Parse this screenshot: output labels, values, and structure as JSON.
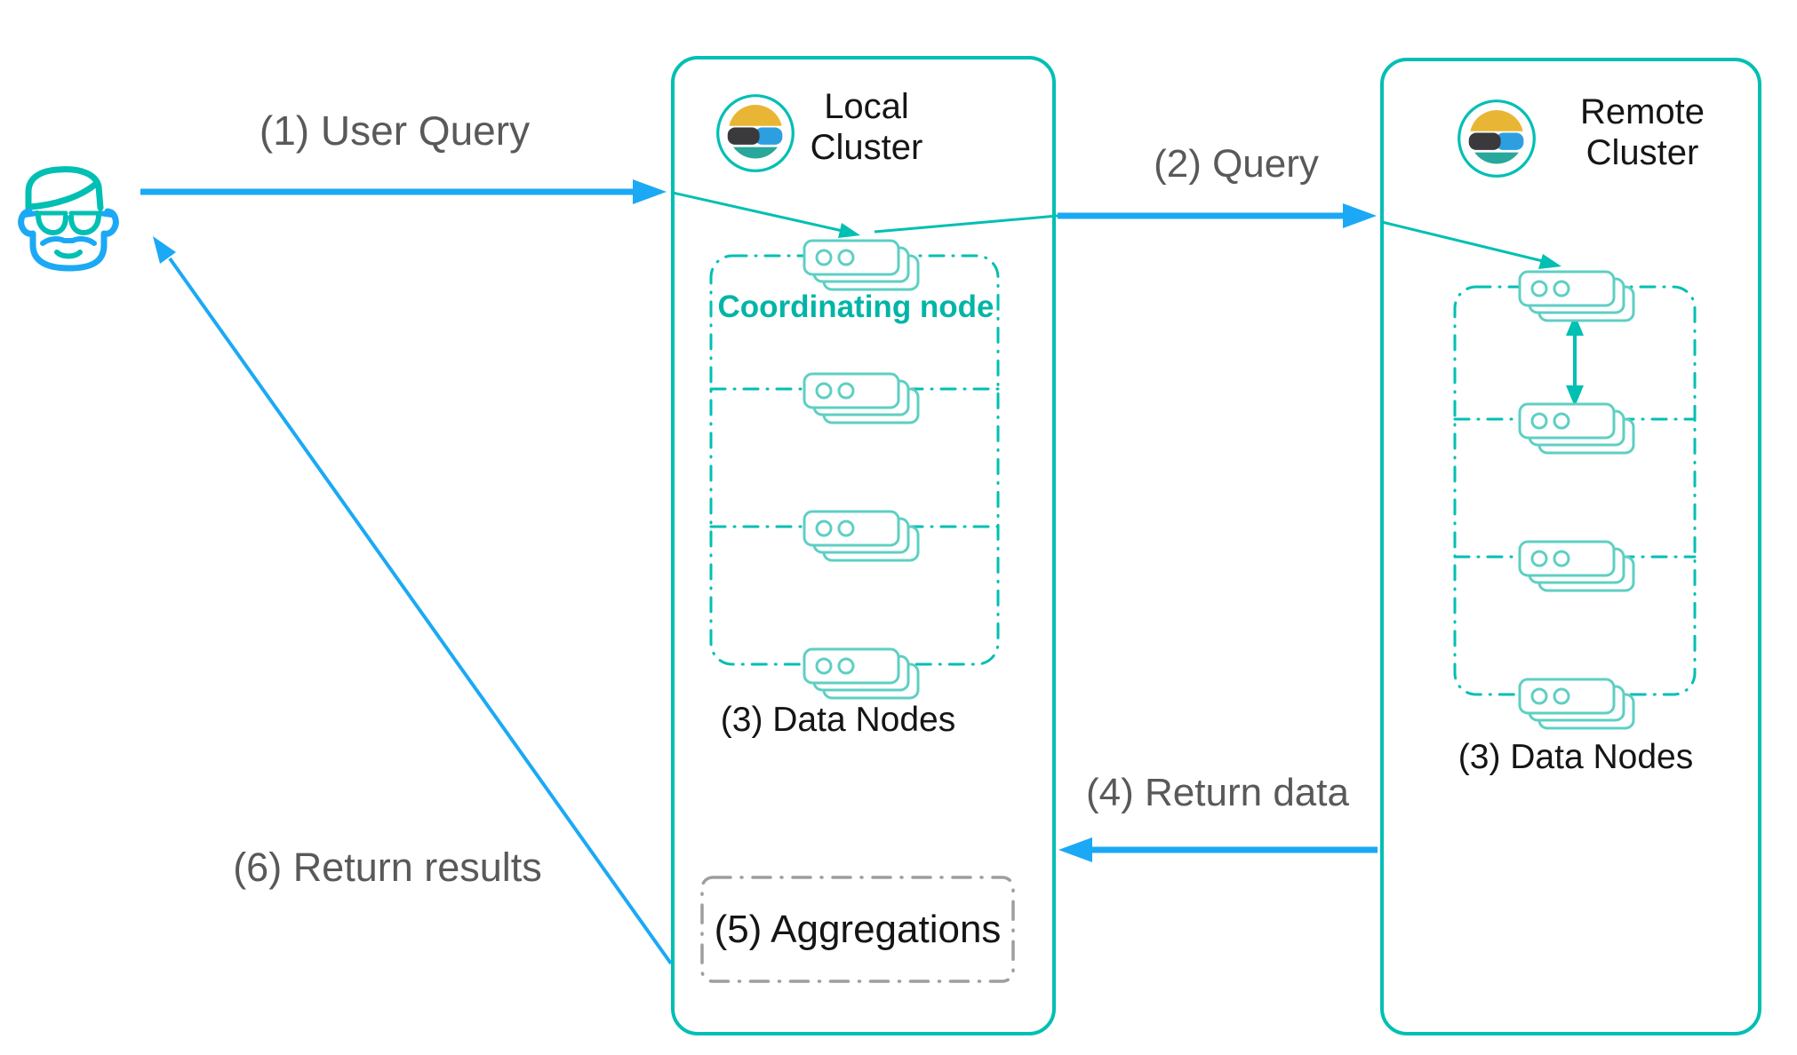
{
  "arrows": {
    "step1": "(1) User Query",
    "step2": "(2) Query",
    "step4": "(4) Return data",
    "step6": "(6) Return results"
  },
  "local_cluster": {
    "title_line1": "Local",
    "title_line2": "Cluster",
    "coordinating_node_label": "Coordinating node",
    "data_nodes_label": "(3) Data Nodes",
    "aggregations_label": "(5) Aggregations"
  },
  "remote_cluster": {
    "title_line1": "Remote",
    "title_line2": "Cluster",
    "data_nodes_label": "(3) Data Nodes"
  },
  "icons": {
    "user": "user-face-icon",
    "elasticsearch_logo": "elasticsearch-logo-icon",
    "node_stack": "server-node-stack-icon"
  },
  "colors": {
    "teal": "#00BFB3",
    "teal_light": "#5ECFC3",
    "teal_text": "#00B5A6",
    "blue": "#1BA9F5",
    "gray_text": "#595959",
    "black_text": "#151515",
    "gray_border": "#9E9E9E",
    "logo_yellow": "#E8B634",
    "logo_blue": "#2D9FE0",
    "logo_dark": "#3A3A3C",
    "logo_teal": "#29A79B"
  }
}
